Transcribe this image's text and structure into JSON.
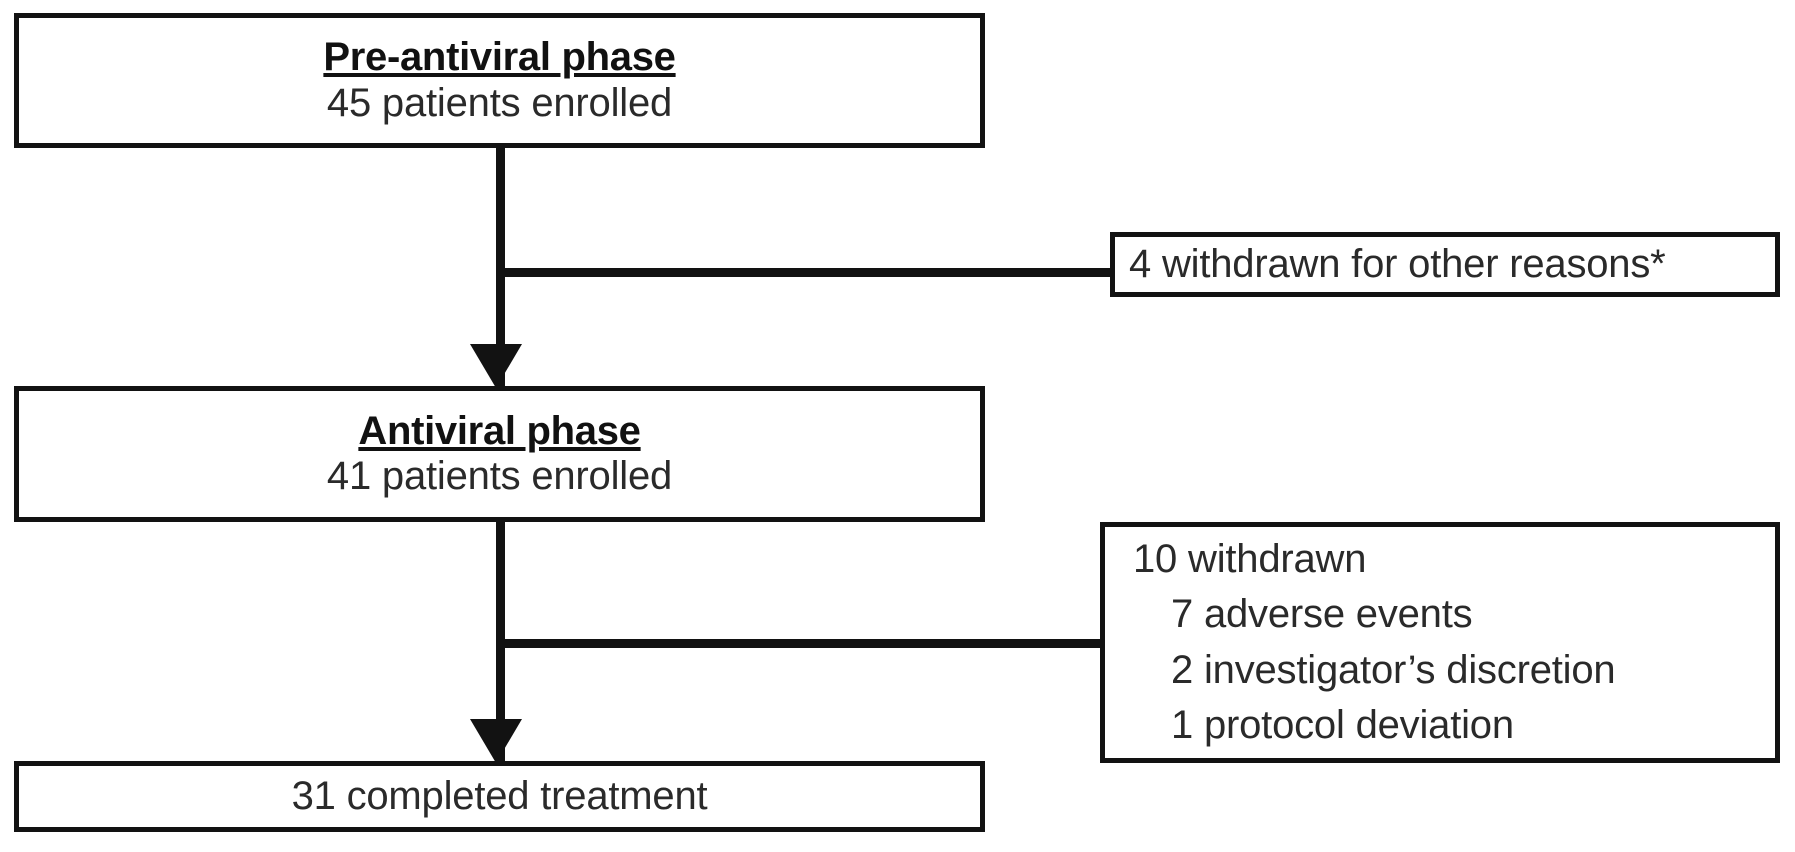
{
  "diagram": {
    "type": "clinical-trial-flow-chart",
    "nodes": {
      "pre_antiviral": {
        "title": "Pre-antiviral phase",
        "subtitle": "45 patients enrolled"
      },
      "antiviral": {
        "title": "Antiviral phase",
        "subtitle": "41 patients enrolled"
      },
      "completed": {
        "label": "31 completed treatment"
      },
      "withdrawn_other": {
        "label": "4 withdrawn for other reasons*"
      },
      "withdrawn_detail": {
        "heading": "10 withdrawn",
        "reasons": [
          "7 adverse events",
          "2 investigator’s discretion",
          "1 protocol deviation"
        ]
      }
    },
    "flow": {
      "counts": {
        "enrolled_pre_antiviral": 45,
        "withdrawn_other_reasons": 4,
        "enrolled_antiviral": 41,
        "withdrawn_antiviral_total": 10,
        "withdrawn_adverse_events": 7,
        "withdrawn_investigator_discretion": 2,
        "withdrawn_protocol_deviation": 1,
        "completed_treatment": 31
      }
    },
    "colors": {
      "border": "#121212",
      "text": "#2a2a2a",
      "background": "#ffffff"
    }
  }
}
